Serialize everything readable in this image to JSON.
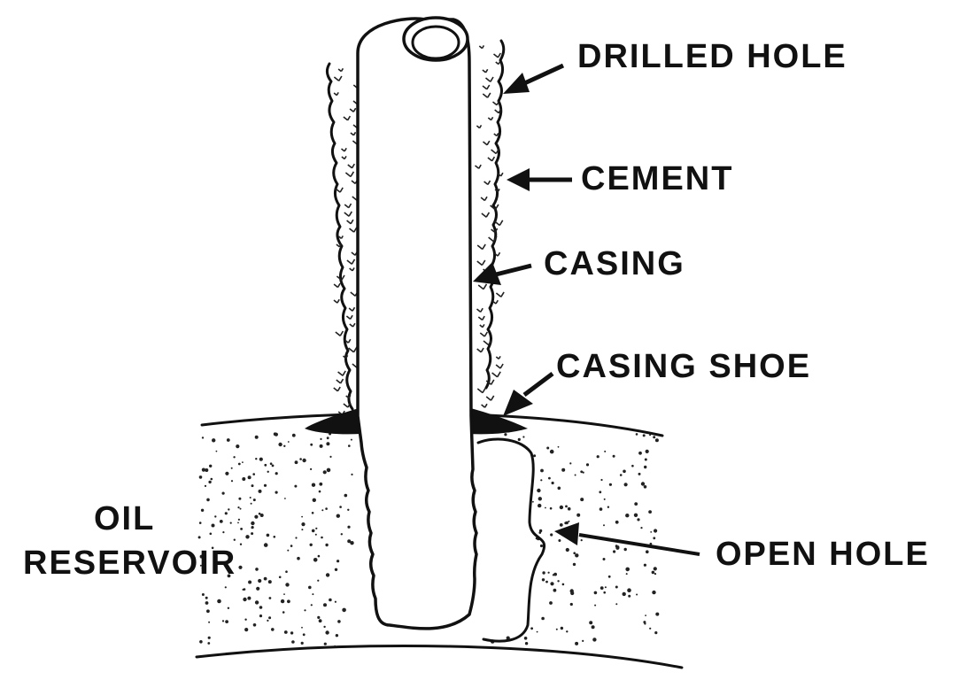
{
  "labels": {
    "drilled_hole": "DRILLED HOLE",
    "cement": "CEMENT",
    "casing": "CASING",
    "casing_shoe": "CASING SHOE",
    "open_hole": "OPEN HOLE",
    "oil_reservoir_line1": "OIL",
    "oil_reservoir_line2": "RESERVOIR"
  }
}
